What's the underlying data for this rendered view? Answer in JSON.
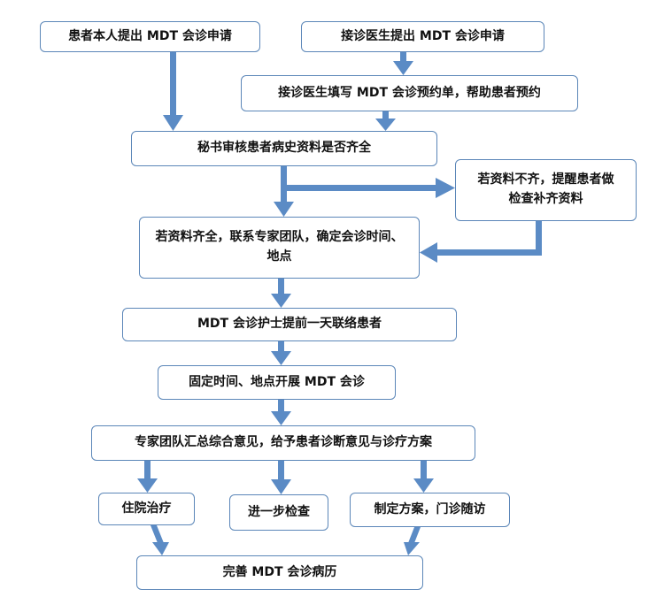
{
  "colors": {
    "arrow": "#5b8bc5",
    "arrow_dark": "#3f6ea6",
    "box_border": "#5b86b8",
    "text": "#111111"
  },
  "flow": {
    "patient_apply": "患者本人提出 MDT 会诊申请",
    "doctor_apply": "接诊医生提出 MDT 会诊申请",
    "doctor_fill": "接诊医生填写 MDT 会诊预约单，帮助患者预约",
    "secretary_review": "秘书审核患者病史资料是否齐全",
    "incomplete_remind": "若资料不齐，提醒患者做检查补齐资料",
    "complete_contact": "若资料齐全，联系专家团队，确定会诊时间、地点",
    "nurse_contact": "MDT 会诊护士提前一天联络患者",
    "fixed_meeting": "固定时间、地点开展 MDT 会诊",
    "team_summary": "专家团队汇总综合意见，给予患者诊断意见与诊疗方案",
    "hospitalize": "住院治疗",
    "further_exam": "进一步检查",
    "plan_followup": "制定方案，门诊随访",
    "complete_record": "完善 MDT 会诊病历"
  }
}
